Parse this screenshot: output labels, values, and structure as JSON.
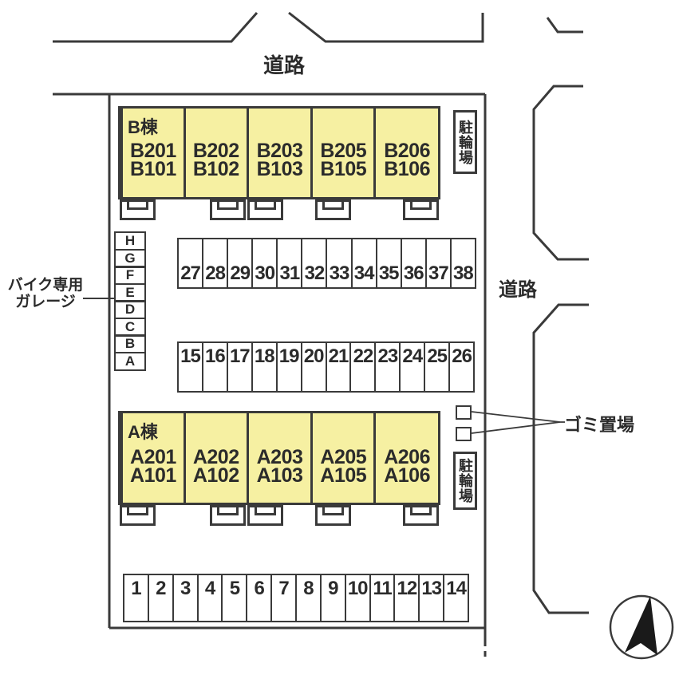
{
  "roads": {
    "top": "道路",
    "right": "道路"
  },
  "buildings": [
    {
      "name": "B棟",
      "units": [
        [
          "B201",
          "B101"
        ],
        [
          "B202",
          "B102"
        ],
        [
          "B203",
          "B103"
        ],
        [
          "B205",
          "B105"
        ],
        [
          "B206",
          "B106"
        ]
      ]
    },
    {
      "name": "A棟",
      "units": [
        [
          "A201",
          "A101"
        ],
        [
          "A202",
          "A102"
        ],
        [
          "A203",
          "A103"
        ],
        [
          "A205",
          "A105"
        ],
        [
          "A206",
          "A106"
        ]
      ]
    }
  ],
  "bicycle_parking": {
    "label": "駐輪場"
  },
  "bike_garage": {
    "label_line1": "バイク専用",
    "label_line2": "ガレージ",
    "slots": [
      "H",
      "G",
      "F",
      "E",
      "D",
      "C",
      "B",
      "A"
    ]
  },
  "garbage": {
    "label": "ゴミ置場"
  },
  "parking": {
    "rows": [
      {
        "name": "north",
        "stalls": [
          "27",
          "28",
          "29",
          "30",
          "31",
          "32",
          "33",
          "34",
          "35",
          "36",
          "37",
          "38"
        ]
      },
      {
        "name": "middle",
        "stalls": [
          "15",
          "16",
          "17",
          "18",
          "19",
          "20",
          "21",
          "22",
          "23",
          "24",
          "25",
          "26"
        ]
      },
      {
        "name": "south",
        "stalls": [
          "1",
          "2",
          "3",
          "4",
          "5",
          "6",
          "7",
          "8",
          "9",
          "10",
          "11",
          "12",
          "13",
          "14"
        ]
      }
    ]
  },
  "compass": {
    "icon": "north-arrow"
  },
  "colors": {
    "building_fill": "#f6f0a2",
    "line": "#3a3a3a",
    "background": "#ffffff",
    "compass_needle": "#1a1a1a"
  }
}
